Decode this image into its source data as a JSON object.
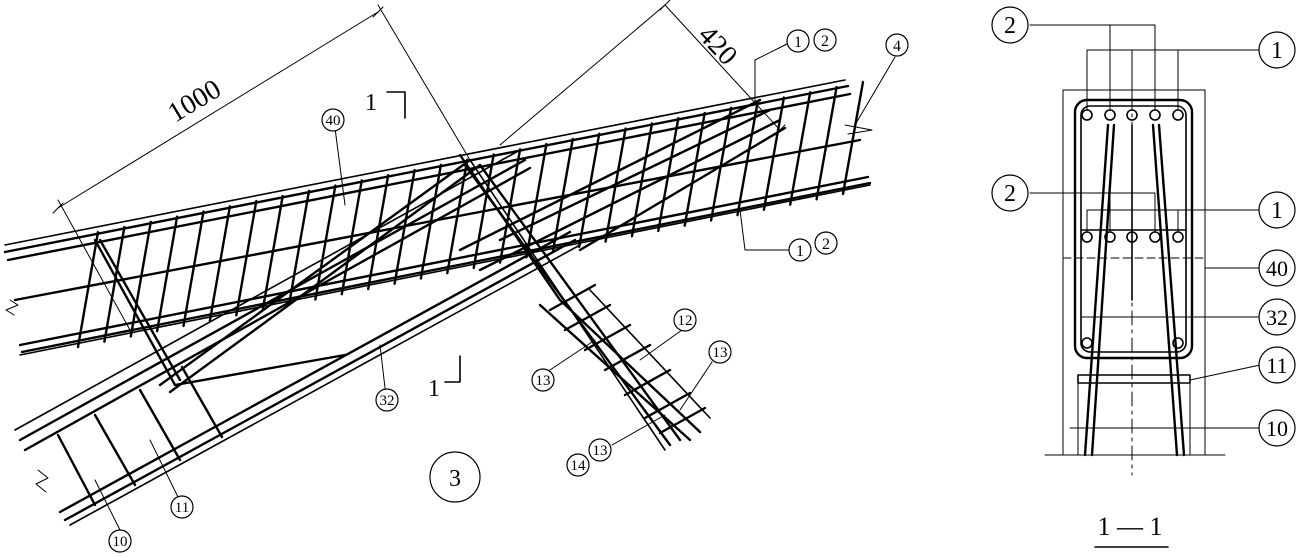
{
  "dimensions": {
    "beam_length": "1000",
    "offset": "420"
  },
  "section_marks": {
    "top": "1",
    "bottom": "1"
  },
  "main_view": {
    "callouts": {
      "c40": "40",
      "c32": "32",
      "c1a": "1",
      "c2a": "2",
      "c1b": "1",
      "c2b": "2",
      "c4": "4",
      "c12": "12",
      "c13a": "13",
      "c13b": "13",
      "c13c": "13",
      "c14": "14",
      "c11": "11",
      "c10": "10"
    },
    "drawing_number": "3"
  },
  "section_view": {
    "title": "1 — 1",
    "labels": {
      "top_left_2": "2",
      "top_right_1": "1",
      "mid_left_2": "2",
      "mid_right_1": "1",
      "r40": "40",
      "r32": "32",
      "r11": "11",
      "r10": "10"
    }
  }
}
